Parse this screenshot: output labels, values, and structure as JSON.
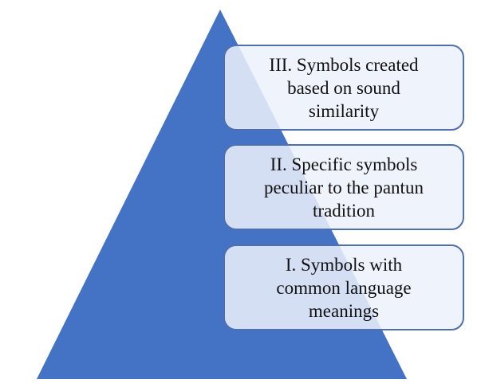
{
  "colors": {
    "pyramid_fill": "#4472c4",
    "box_border": "#4f6fae",
    "box_fill": "#ecf1fa",
    "text": "#111111",
    "background": "#ffffff"
  },
  "levels": [
    {
      "label": "I. Symbols with\ncommon language\nmeanings"
    },
    {
      "label": "II. Specific symbols\npeculiar to the pantun\ntradition"
    },
    {
      "label": "III. Symbols created\nbased on sound\nsimilarity"
    }
  ]
}
